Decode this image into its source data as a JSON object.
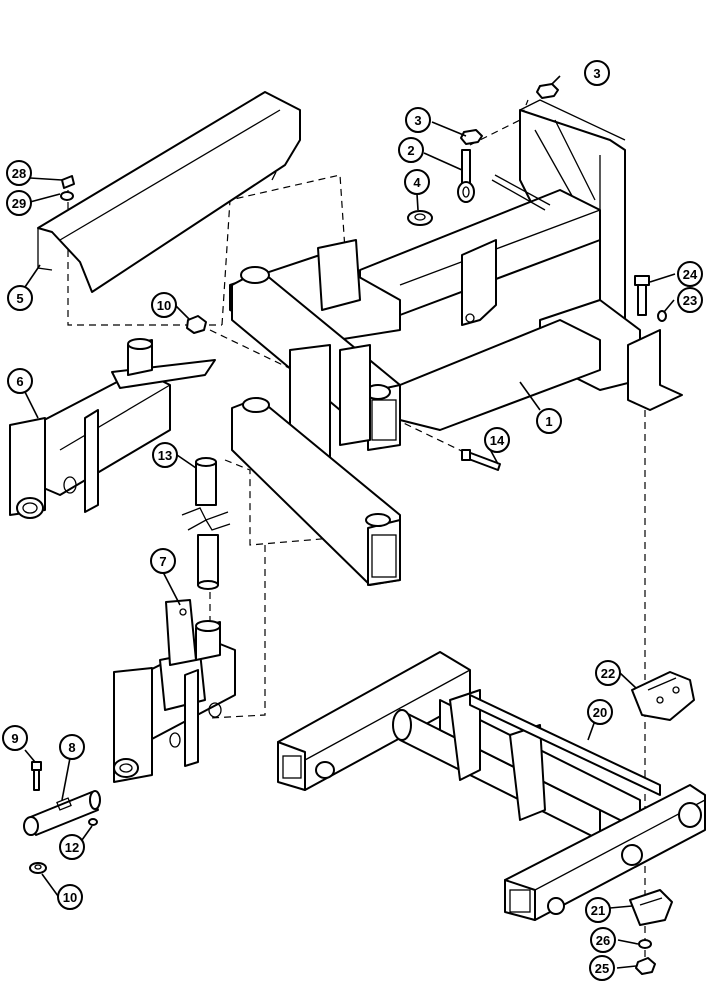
{
  "diagram": {
    "callouts": [
      {
        "id": "c1",
        "label": "1"
      },
      {
        "id": "c2",
        "label": "2"
      },
      {
        "id": "c3a",
        "label": "3"
      },
      {
        "id": "c3b",
        "label": "3"
      },
      {
        "id": "c4",
        "label": "4"
      },
      {
        "id": "c5",
        "label": "5"
      },
      {
        "id": "c6",
        "label": "6"
      },
      {
        "id": "c7",
        "label": "7"
      },
      {
        "id": "c8",
        "label": "8"
      },
      {
        "id": "c9",
        "label": "9"
      },
      {
        "id": "c10a",
        "label": "10"
      },
      {
        "id": "c10b",
        "label": "10"
      },
      {
        "id": "c12",
        "label": "12"
      },
      {
        "id": "c13",
        "label": "13"
      },
      {
        "id": "c14",
        "label": "14"
      },
      {
        "id": "c20",
        "label": "20"
      },
      {
        "id": "c21",
        "label": "21"
      },
      {
        "id": "c22",
        "label": "22"
      },
      {
        "id": "c23",
        "label": "23"
      },
      {
        "id": "c24",
        "label": "24"
      },
      {
        "id": "c25",
        "label": "25"
      },
      {
        "id": "c26",
        "label": "26"
      },
      {
        "id": "c28",
        "label": "28"
      },
      {
        "id": "c29",
        "label": "29"
      }
    ]
  }
}
